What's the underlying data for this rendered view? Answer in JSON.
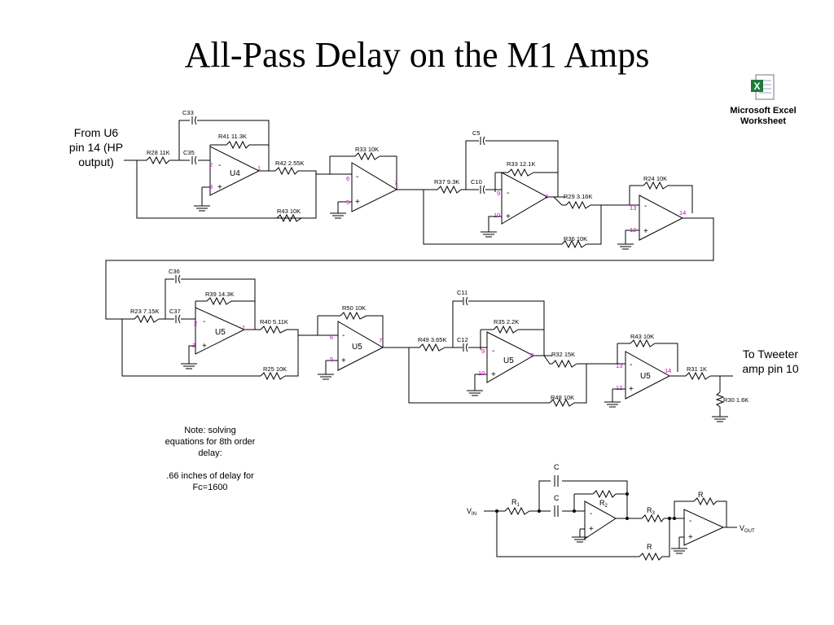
{
  "slide": {
    "title": "All-Pass Delay on the M1 Amps"
  },
  "excel_object": {
    "icon": "excel-worksheet-icon",
    "label": "Microsoft Excel\nWorksheet",
    "accent": "#1f7a3a"
  },
  "input_label": "From U6\npin 14 (HP\noutput)",
  "output_label": "To Tweeter\namp pin 10",
  "note": "Note:  solving\nequations for 8th order\ndelay:\n\n.66 inches of delay for\nFc=1600",
  "schematic": {
    "row1": {
      "labels": [
        "C33",
        "R41 11.3K",
        "R28 11K",
        "C35",
        "R42 2.55K",
        "R43 10K",
        "R33 10K",
        "C5",
        "R33 12.1K",
        "R37 9.3K",
        "C10",
        "R29 3.16K",
        "R36 10K",
        "R24 10K"
      ],
      "units": [
        "U4"
      ],
      "pins": [
        "2",
        "3",
        "1",
        "6",
        "5",
        "7",
        "9",
        "10",
        "8",
        "13",
        "12",
        "14"
      ]
    },
    "row2": {
      "labels": [
        "C36",
        "R39 14.3K",
        "R23 7.15K",
        "C37",
        "R40 5.11K",
        "R25 10K",
        "R50 10K",
        "C11",
        "R35 2.2K",
        "R49 3.65K",
        "C12",
        "R32 15K",
        "R48 10K",
        "R43 10K",
        "R31 1K",
        "R30 1.6K"
      ],
      "units": [
        "U5",
        "U5",
        "U5",
        "U5"
      ],
      "pins": [
        "2",
        "3",
        "1",
        "6",
        "5",
        "7",
        "9",
        "10",
        "8",
        "13",
        "12",
        "14"
      ]
    },
    "signs": [
      "-",
      "+"
    ]
  },
  "generic": {
    "labels": [
      "C",
      "C",
      "R",
      "R",
      "R"
    ],
    "subscripted": {
      "vin": [
        "V",
        "IN"
      ],
      "r1": [
        "R",
        "1"
      ],
      "r2": [
        "R",
        "2"
      ],
      "r3": [
        "R",
        "3"
      ],
      "vout": [
        "V",
        "OUT"
      ]
    }
  }
}
